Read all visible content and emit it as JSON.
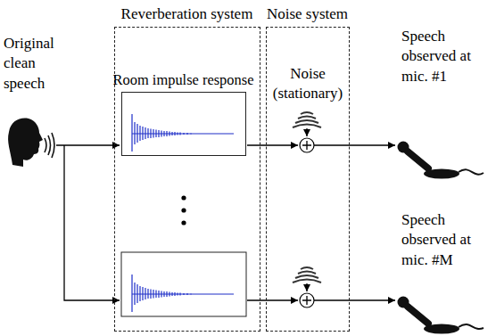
{
  "diagram": {
    "nodes": [
      {
        "text": [
          "Reverberation system"
        ]
      },
      {
        "text": [
          "Room impulse response"
        ],
        "in": 0
      },
      {
        "text": [
          "Noise system"
        ]
      }
    ],
    "labels": [
      "Original clean speech",
      "Noise (stationary)",
      "Speech observed at mic. #1",
      "Speech observed at mic. #M"
    ]
  }
}
